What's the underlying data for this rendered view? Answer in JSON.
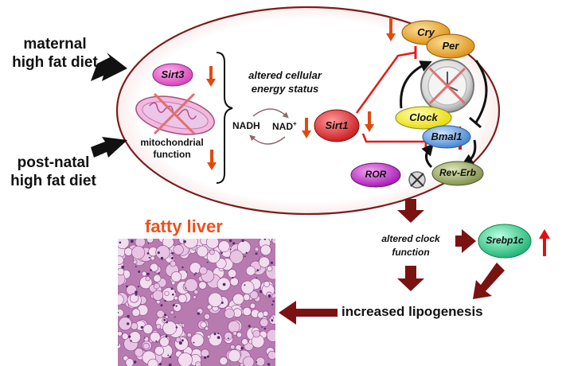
{
  "inputs": {
    "maternal": [
      "maternal",
      "high fat diet"
    ],
    "postnatal": [
      "post-natal",
      "high fat diet"
    ]
  },
  "cell": {
    "sirt3": "Sirt3",
    "mito_label": [
      "mitochondrial",
      "function"
    ],
    "energy_label": [
      "altered cellular",
      "energy status"
    ],
    "nadh": "NADH",
    "nad": "NAD",
    "nad_sup": "+",
    "sirt1": "Sirt1"
  },
  "clock": {
    "cry": "Cry",
    "per": "Per",
    "clock": "Clock",
    "bmal1": "Bmal1",
    "ror": "ROR",
    "reverb": "Rev-Erb"
  },
  "outcomes": {
    "altered_clock": [
      "altered clock",
      "function"
    ],
    "srebp1c": "Srebp1c",
    "lipogenesis": "increased lipogenesis",
    "fatty_liver": "fatty liver"
  },
  "colors": {
    "down_arrow": "#e24a0c",
    "up_arrow": "#e01010",
    "inhibit_line": "#e41a1a",
    "flow_arrow": "#7a1212",
    "fatty_liver_title": "#f0501e",
    "sirt3": "#e94fc8",
    "sirt1": "#e8262a",
    "cry": "#f0b030",
    "per": "#f0b030",
    "clock": "#f5f01a",
    "bmal1": "#5aa0e6",
    "ror": "#c020c8",
    "reverb": "#98a862",
    "srebp1c": "#2ecf8a"
  }
}
